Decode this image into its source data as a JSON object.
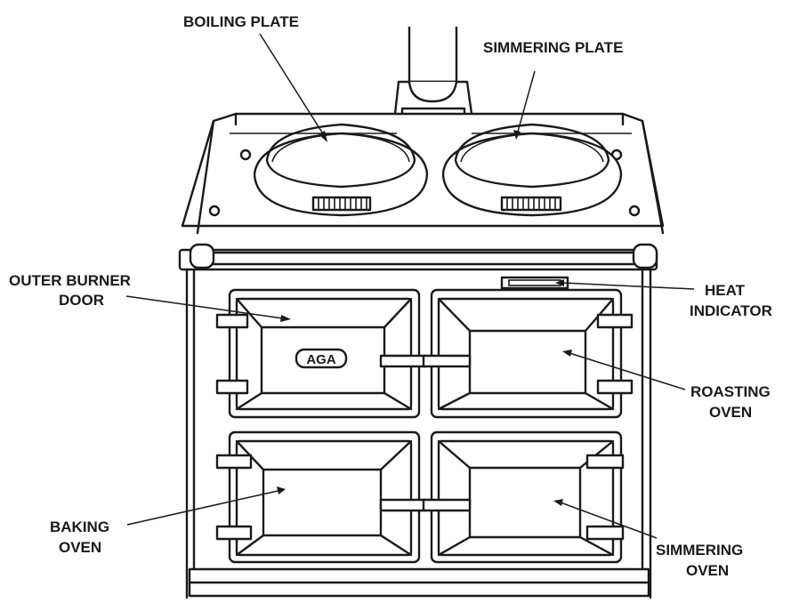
{
  "labels": {
    "boiling_plate": "BOILING PLATE",
    "simmering_plate": "SIMMERING PLATE",
    "outer_burner_door_1": "OUTER BURNER",
    "outer_burner_door_2": "DOOR",
    "heat_indicator_1": "HEAT",
    "heat_indicator_2": "INDICATOR",
    "roasting_oven_1": "ROASTING",
    "roasting_oven_2": "OVEN",
    "baking_oven_1": "BAKING",
    "baking_oven_2": "OVEN",
    "simmering_oven_1": "SIMMERING",
    "simmering_oven_2": "OVEN"
  },
  "logo_text": "AGA",
  "colors": {
    "ink": "#1a1a1a",
    "paper": "#ffffff"
  }
}
